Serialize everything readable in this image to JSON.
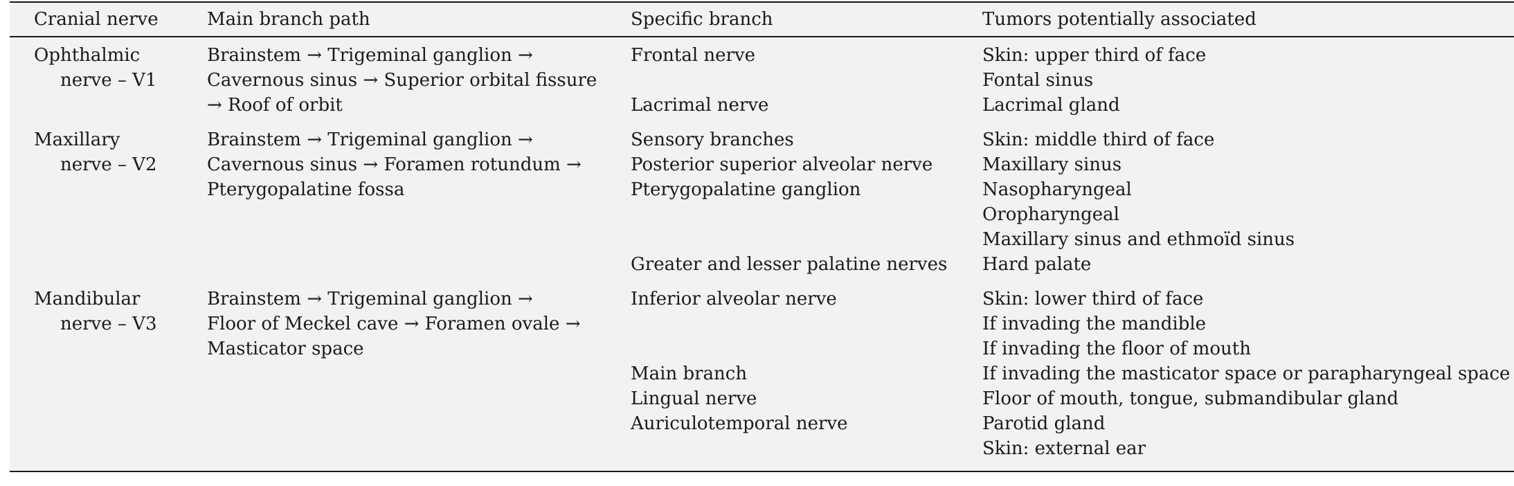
{
  "headers": {
    "cranial_nerve": "Cranial nerve",
    "main_branch_path": "Main branch path",
    "specific_branch": "Specific branch",
    "tumors": "Tumors potentially associated"
  },
  "rows": [
    {
      "nerve": [
        "Ophthalmic",
        "nerve – V1"
      ],
      "path": [
        "Brainstem → Trigeminal ganglion →",
        "Cavernous sinus → Superior orbital fissure",
        "→ Roof of orbit"
      ],
      "branches": [
        "Frontal nerve",
        "",
        "Lacrimal nerve"
      ],
      "tumors": [
        "Skin: upper third of face",
        "Fontal sinus",
        "Lacrimal gland"
      ]
    },
    {
      "nerve": [
        "Maxillary",
        "nerve – V2"
      ],
      "path": [
        "Brainstem → Trigeminal ganglion →",
        "Cavernous sinus → Foramen rotundum →",
        "Pterygopalatine fossa"
      ],
      "branches": [
        "Sensory branches",
        "Posterior superior alveolar nerve",
        "Pterygopalatine ganglion",
        "",
        "",
        "Greater and lesser palatine nerves"
      ],
      "tumors": [
        "Skin: middle third of face",
        "Maxillary sinus",
        "Nasopharyngeal",
        "Oropharyngeal",
        "Maxillary sinus and ethmoïd sinus",
        "Hard palate"
      ]
    },
    {
      "nerve": [
        "Mandibular",
        "nerve – V3"
      ],
      "path": [
        "Brainstem → Trigeminal ganglion →",
        "Floor of Meckel cave → Foramen ovale →",
        "Masticator space"
      ],
      "branches": [
        "Inferior alveolar nerve",
        "",
        "",
        "Main branch",
        "Lingual nerve",
        "Auriculotemporal nerve",
        ""
      ],
      "tumors": [
        "Skin: lower third of face",
        "If invading the mandible",
        "If invading the floor of mouth",
        "If invading the masticator space or parapharyngeal space",
        "Floor of mouth, tongue, submandibular gland",
        "Parotid gland",
        "Skin: external ear"
      ]
    }
  ]
}
